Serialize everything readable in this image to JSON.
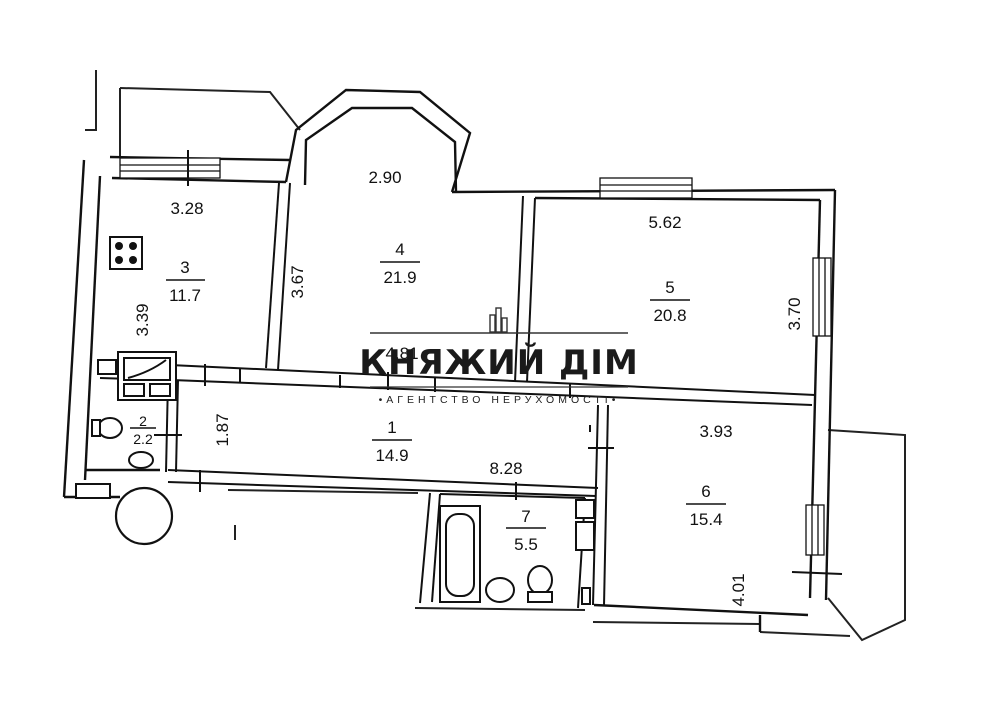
{
  "rooms": [
    {
      "id": "1",
      "number": "1",
      "area": "14.9"
    },
    {
      "id": "2",
      "number": "2",
      "area": "2.2"
    },
    {
      "id": "3",
      "number": "3",
      "area": "11.7"
    },
    {
      "id": "4",
      "number": "4",
      "area": "21.9"
    },
    {
      "id": "5",
      "number": "5",
      "area": "20.8"
    },
    {
      "id": "6",
      "number": "6",
      "area": "15.4"
    },
    {
      "id": "7",
      "number": "7",
      "area": "5.5"
    }
  ],
  "dimensions": {
    "kitchen_width": "3.28",
    "kitchen_depth": "3.39",
    "room4_top": "2.90",
    "room4_depth": "3.67",
    "room4_bottom": "4.81",
    "room5_width": "5.62",
    "room5_depth": "3.70",
    "room6_width": "3.93",
    "room6_depth": "4.01",
    "hall_length": "8.28",
    "hall_width": "1.87"
  },
  "watermark": {
    "title": "КНЯЖИЙ ДІМ",
    "subtitle": "•АГЕНТСТВО НЕРУХОМОСТІ•"
  }
}
